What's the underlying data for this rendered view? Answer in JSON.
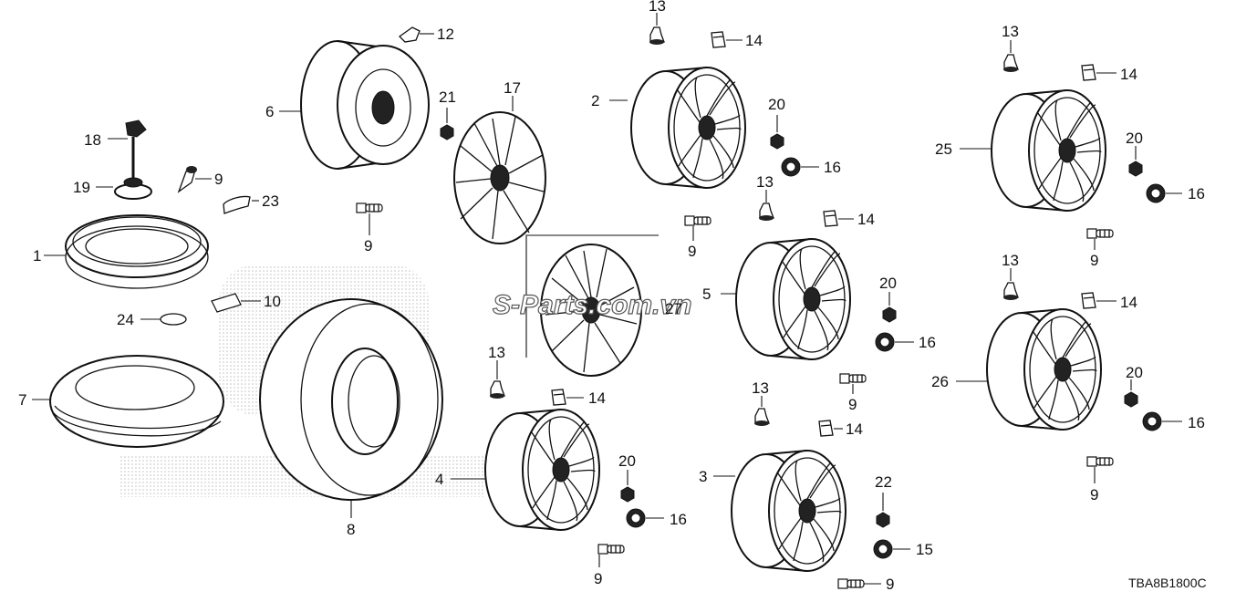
{
  "diagram": {
    "code": "TBA8B1800C",
    "watermark": "S-Parts.com.vn",
    "callouts": [
      {
        "id": "c1",
        "text": "1"
      },
      {
        "id": "c6",
        "text": "6"
      },
      {
        "id": "c12",
        "text": "12"
      },
      {
        "id": "c21",
        "text": "21"
      },
      {
        "id": "c17",
        "text": "17"
      },
      {
        "id": "c18",
        "text": "18"
      },
      {
        "id": "c19",
        "text": "19"
      },
      {
        "id": "c9a",
        "text": "9"
      },
      {
        "id": "c23",
        "text": "23"
      },
      {
        "id": "c9b",
        "text": "9"
      },
      {
        "id": "c10",
        "text": "10"
      },
      {
        "id": "c24",
        "text": "24"
      },
      {
        "id": "c7",
        "text": "7"
      },
      {
        "id": "c8",
        "text": "8"
      },
      {
        "id": "c13a",
        "text": "13"
      },
      {
        "id": "c14a",
        "text": "14"
      },
      {
        "id": "c2",
        "text": "2"
      },
      {
        "id": "c20a",
        "text": "20"
      },
      {
        "id": "c16a",
        "text": "16"
      },
      {
        "id": "c13b",
        "text": "13"
      },
      {
        "id": "c14b",
        "text": "14"
      },
      {
        "id": "c9c",
        "text": "9"
      },
      {
        "id": "c5",
        "text": "5"
      },
      {
        "id": "c20b",
        "text": "20"
      },
      {
        "id": "c16b",
        "text": "16"
      },
      {
        "id": "c9d",
        "text": "9"
      },
      {
        "id": "c27",
        "text": "27"
      },
      {
        "id": "c13c",
        "text": "13"
      },
      {
        "id": "c14c",
        "text": "14"
      },
      {
        "id": "c4",
        "text": "4"
      },
      {
        "id": "c20c",
        "text": "20"
      },
      {
        "id": "c16c",
        "text": "16"
      },
      {
        "id": "c9e",
        "text": "9"
      },
      {
        "id": "c13d",
        "text": "13"
      },
      {
        "id": "c14d",
        "text": "14"
      },
      {
        "id": "c3",
        "text": "3"
      },
      {
        "id": "c22",
        "text": "22"
      },
      {
        "id": "c15",
        "text": "15"
      },
      {
        "id": "c9f",
        "text": "9"
      },
      {
        "id": "c13e",
        "text": "13"
      },
      {
        "id": "c14e",
        "text": "14"
      },
      {
        "id": "c25",
        "text": "25"
      },
      {
        "id": "c20d",
        "text": "20"
      },
      {
        "id": "c16d",
        "text": "16"
      },
      {
        "id": "c9g",
        "text": "9"
      },
      {
        "id": "c13f",
        "text": "13"
      },
      {
        "id": "c14f",
        "text": "14"
      },
      {
        "id": "c26",
        "text": "26"
      },
      {
        "id": "c20e",
        "text": "20"
      },
      {
        "id": "c16e",
        "text": "16"
      },
      {
        "id": "c9h",
        "text": "9"
      }
    ]
  }
}
